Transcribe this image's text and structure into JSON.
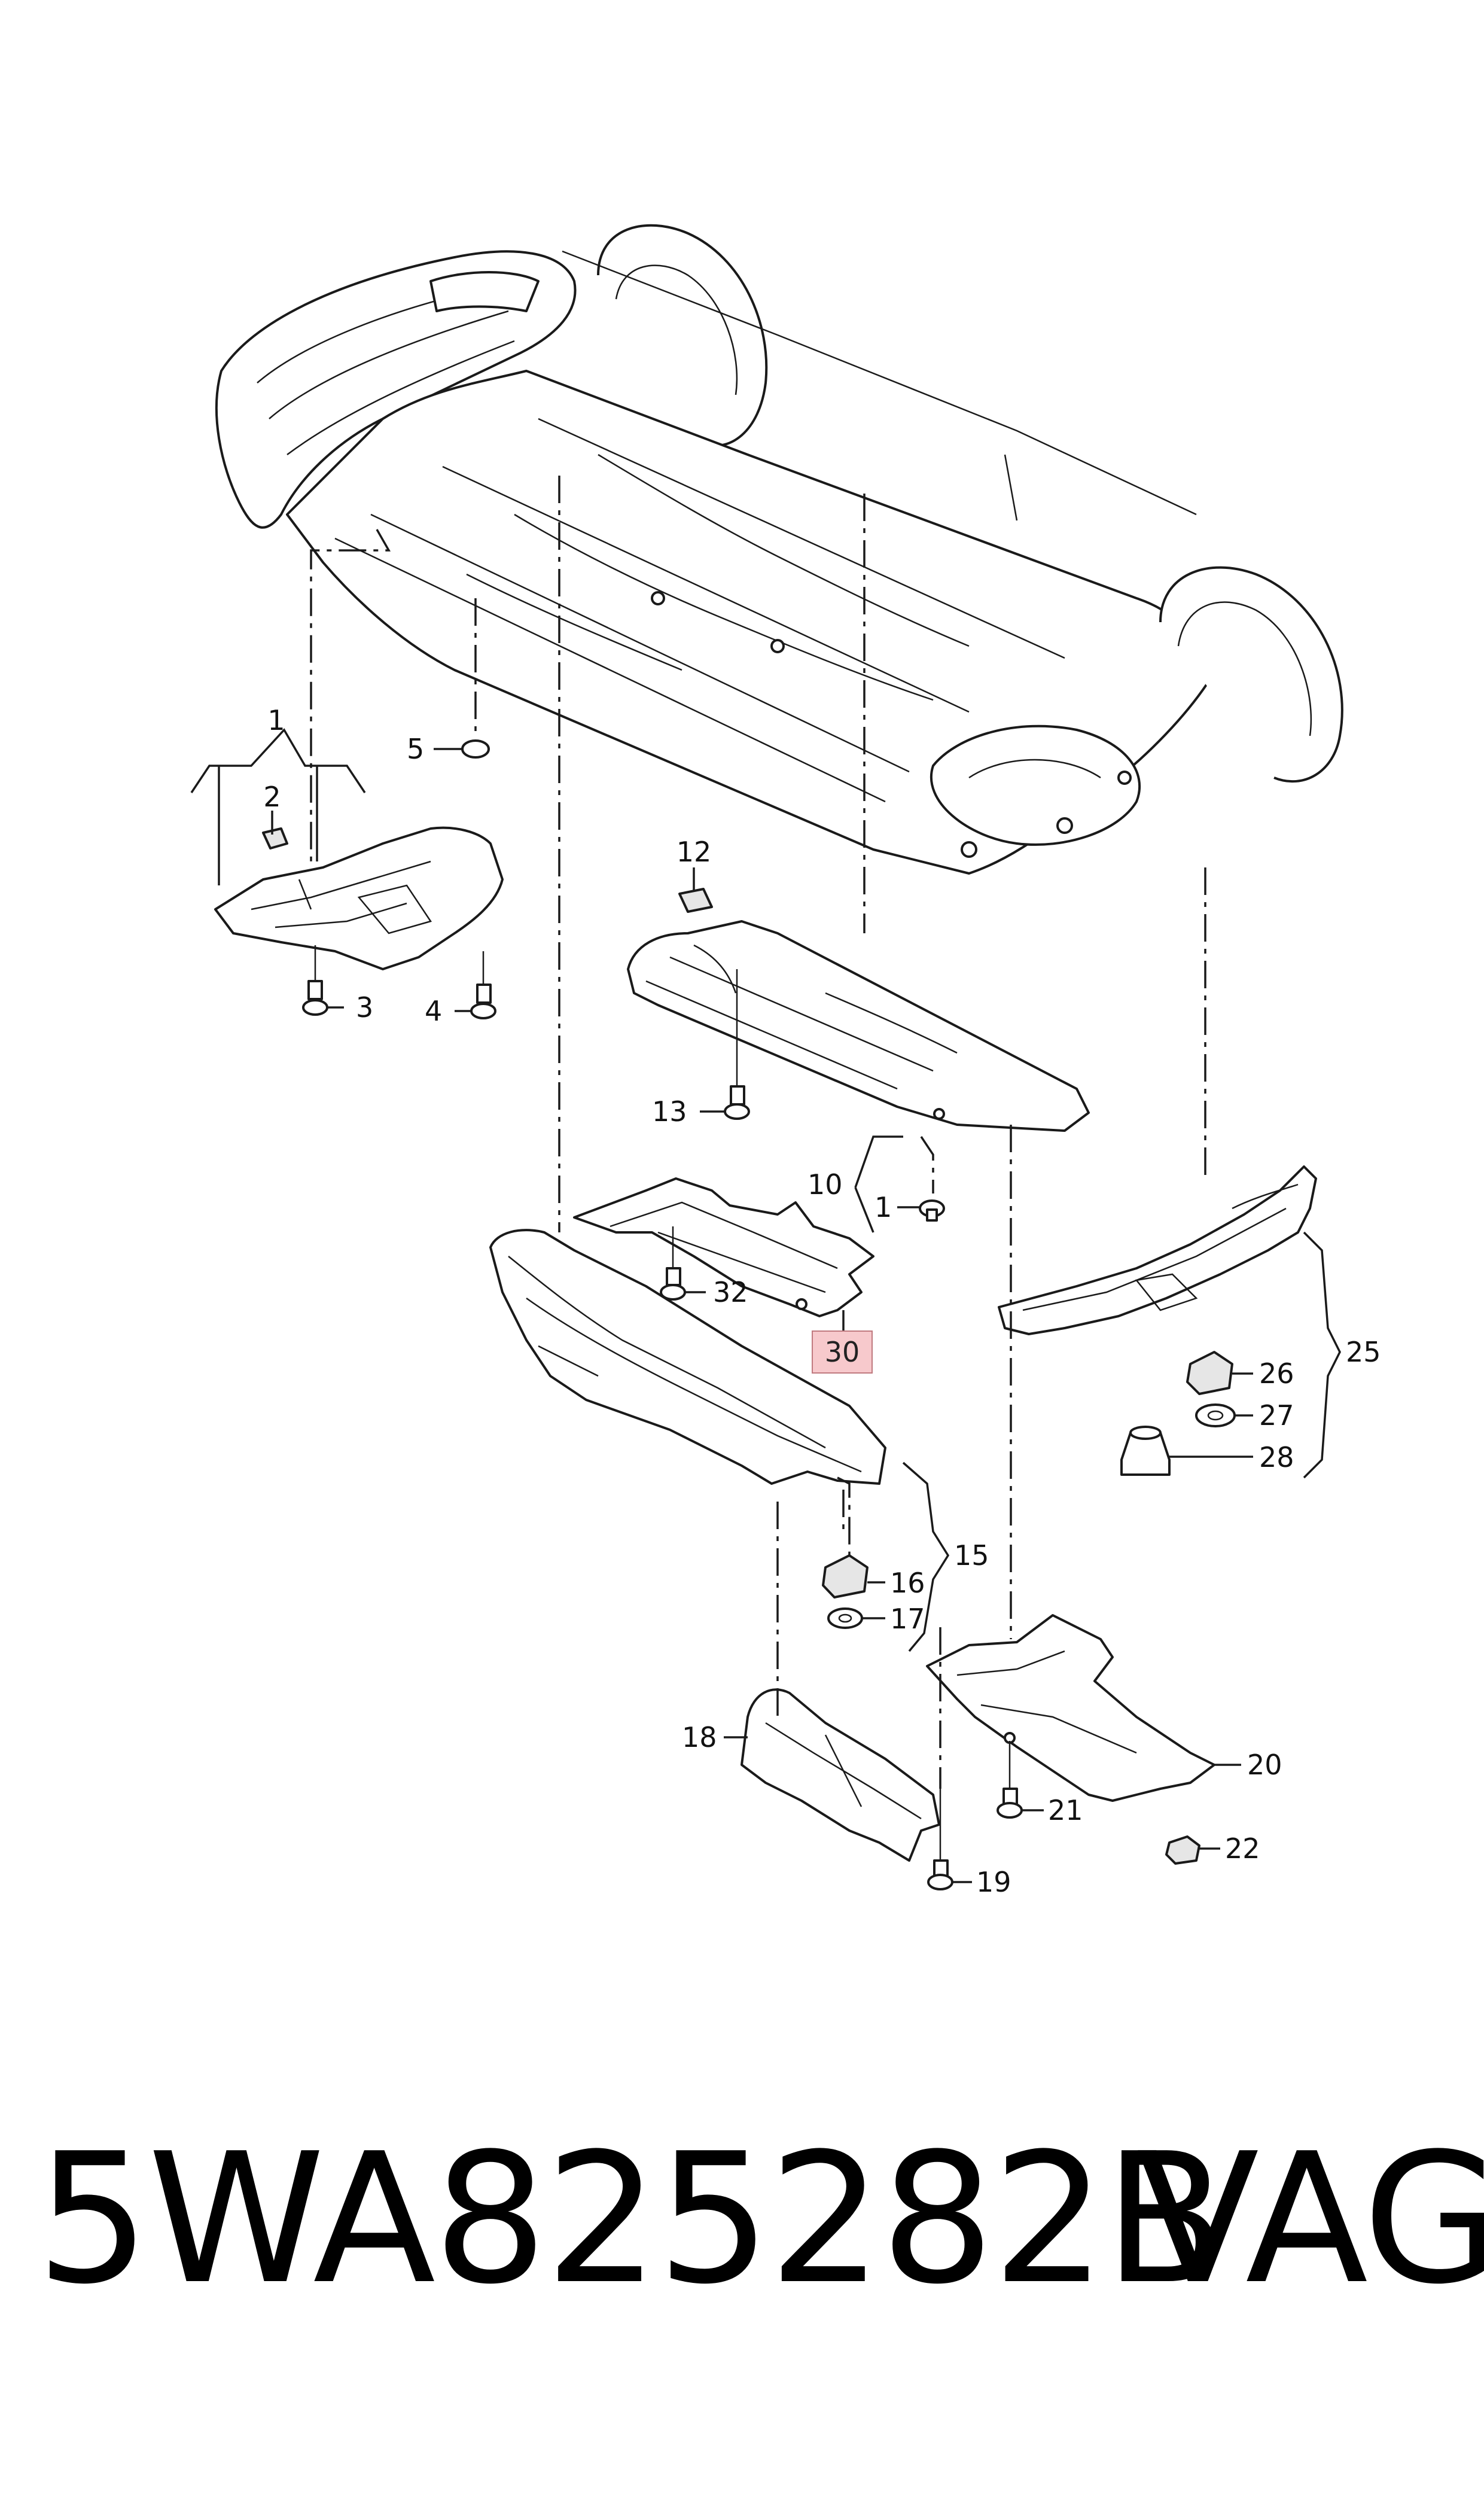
{
  "callouts": {
    "c1a": "1",
    "c2": "2",
    "c3": "3",
    "c4": "4",
    "c5": "5",
    "c12": "12",
    "c13": "13",
    "c10": "10",
    "c1b": "1",
    "c32": "32",
    "c30": "30",
    "c25": "25",
    "c26": "26",
    "c27": "27",
    "c28": "28",
    "c15": "15",
    "c16": "16",
    "c17": "17",
    "c18": "18",
    "c19": "19",
    "c20": "20",
    "c21": "21",
    "c22": "22"
  },
  "highlight_color": "#f7c9cc",
  "footer": {
    "part_number": "5WA825282B",
    "brand": "VAG"
  }
}
